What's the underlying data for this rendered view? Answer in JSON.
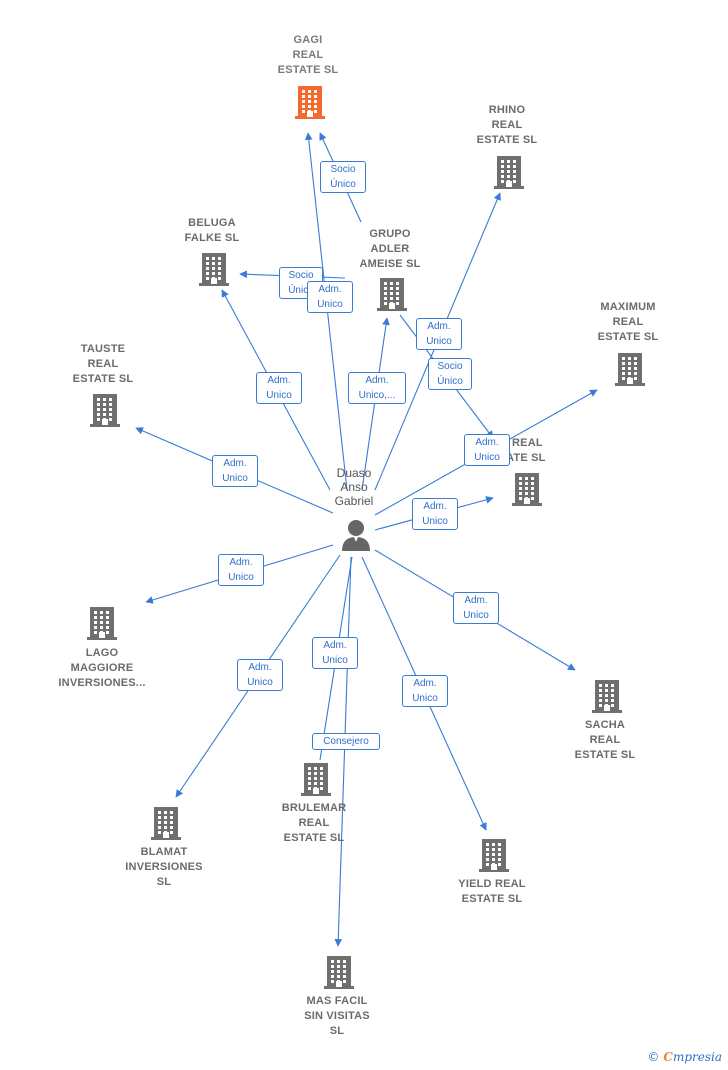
{
  "colors": {
    "edge": "#3a7bd5",
    "building_main": "#f26a2e",
    "building": "#6f6f6f",
    "person": "#666666"
  },
  "center": {
    "name": "Duaso\nAnso\nGabriel",
    "icon": "person-icon"
  },
  "companies": [
    {
      "id": "gagi",
      "name": "GAGI\nREAL\nESTATE  SL",
      "highlight": true
    },
    {
      "id": "rhino",
      "name": "RHINO\nREAL\nESTATE  SL"
    },
    {
      "id": "beluga",
      "name": "BELUGA\nFALKE  SL"
    },
    {
      "id": "adler",
      "name": "GRUPO\nADLER\nAMEISE SL"
    },
    {
      "id": "maximum",
      "name": "MAXIMUM\nREAL\nESTATE  SL"
    },
    {
      "id": "tauste",
      "name": "TAUSTE\nREAL\nESTATE  SL"
    },
    {
      "id": "oreal",
      "name": "O REAL\nTATE  SL"
    },
    {
      "id": "lago",
      "name": "LAGO\nMAGGIORE\nINVERSIONES..."
    },
    {
      "id": "sacha",
      "name": "SACHA\nREAL\nESTATE  SL"
    },
    {
      "id": "brulemar",
      "name": "BRULEMAR\nREAL\nESTATE  SL"
    },
    {
      "id": "blamat",
      "name": "BLAMAT\nINVERSIONES\nSL"
    },
    {
      "id": "yield",
      "name": "YIELD REAL\nESTATE  SL"
    },
    {
      "id": "masfacil",
      "name": "MAS FACIL\nSIN VISITAS\nSL"
    }
  ],
  "relations": [
    {
      "id": "r-gagi-adler",
      "label": "Socio\nÚnico"
    },
    {
      "id": "r-beluga-adler",
      "label": "Socio\nÚnico"
    },
    {
      "id": "r-gagi-person",
      "label": "Adm.\nUnico"
    },
    {
      "id": "r-beluga-person",
      "label": "Adm.\nUnico"
    },
    {
      "id": "r-adler-person",
      "label": "Adm.\nUnico,..."
    },
    {
      "id": "r-rhino-person",
      "label": "Adm.\nUnico"
    },
    {
      "id": "r-oreal-adler",
      "label": "Socio\nÚnico"
    },
    {
      "id": "r-maximum-person",
      "label": "Adm.\nUnico"
    },
    {
      "id": "r-tauste-person",
      "label": "Adm.\nUnico"
    },
    {
      "id": "r-oreal-person",
      "label": "Adm.\nUnico"
    },
    {
      "id": "r-lago-person",
      "label": "Adm.\nUnico"
    },
    {
      "id": "r-sacha-person",
      "label": "Adm.\nUnico"
    },
    {
      "id": "r-blamat-person",
      "label": "Adm.\nUnico"
    },
    {
      "id": "r-brulemar-person",
      "label": "Adm.\nUnico"
    },
    {
      "id": "r-yield-person",
      "label": "Adm.\nUnico"
    },
    {
      "id": "r-masfacil-person",
      "label": "Consejero"
    }
  ],
  "brand": {
    "copyright": "©",
    "first_letter": "C",
    "rest": "mpresia"
  }
}
